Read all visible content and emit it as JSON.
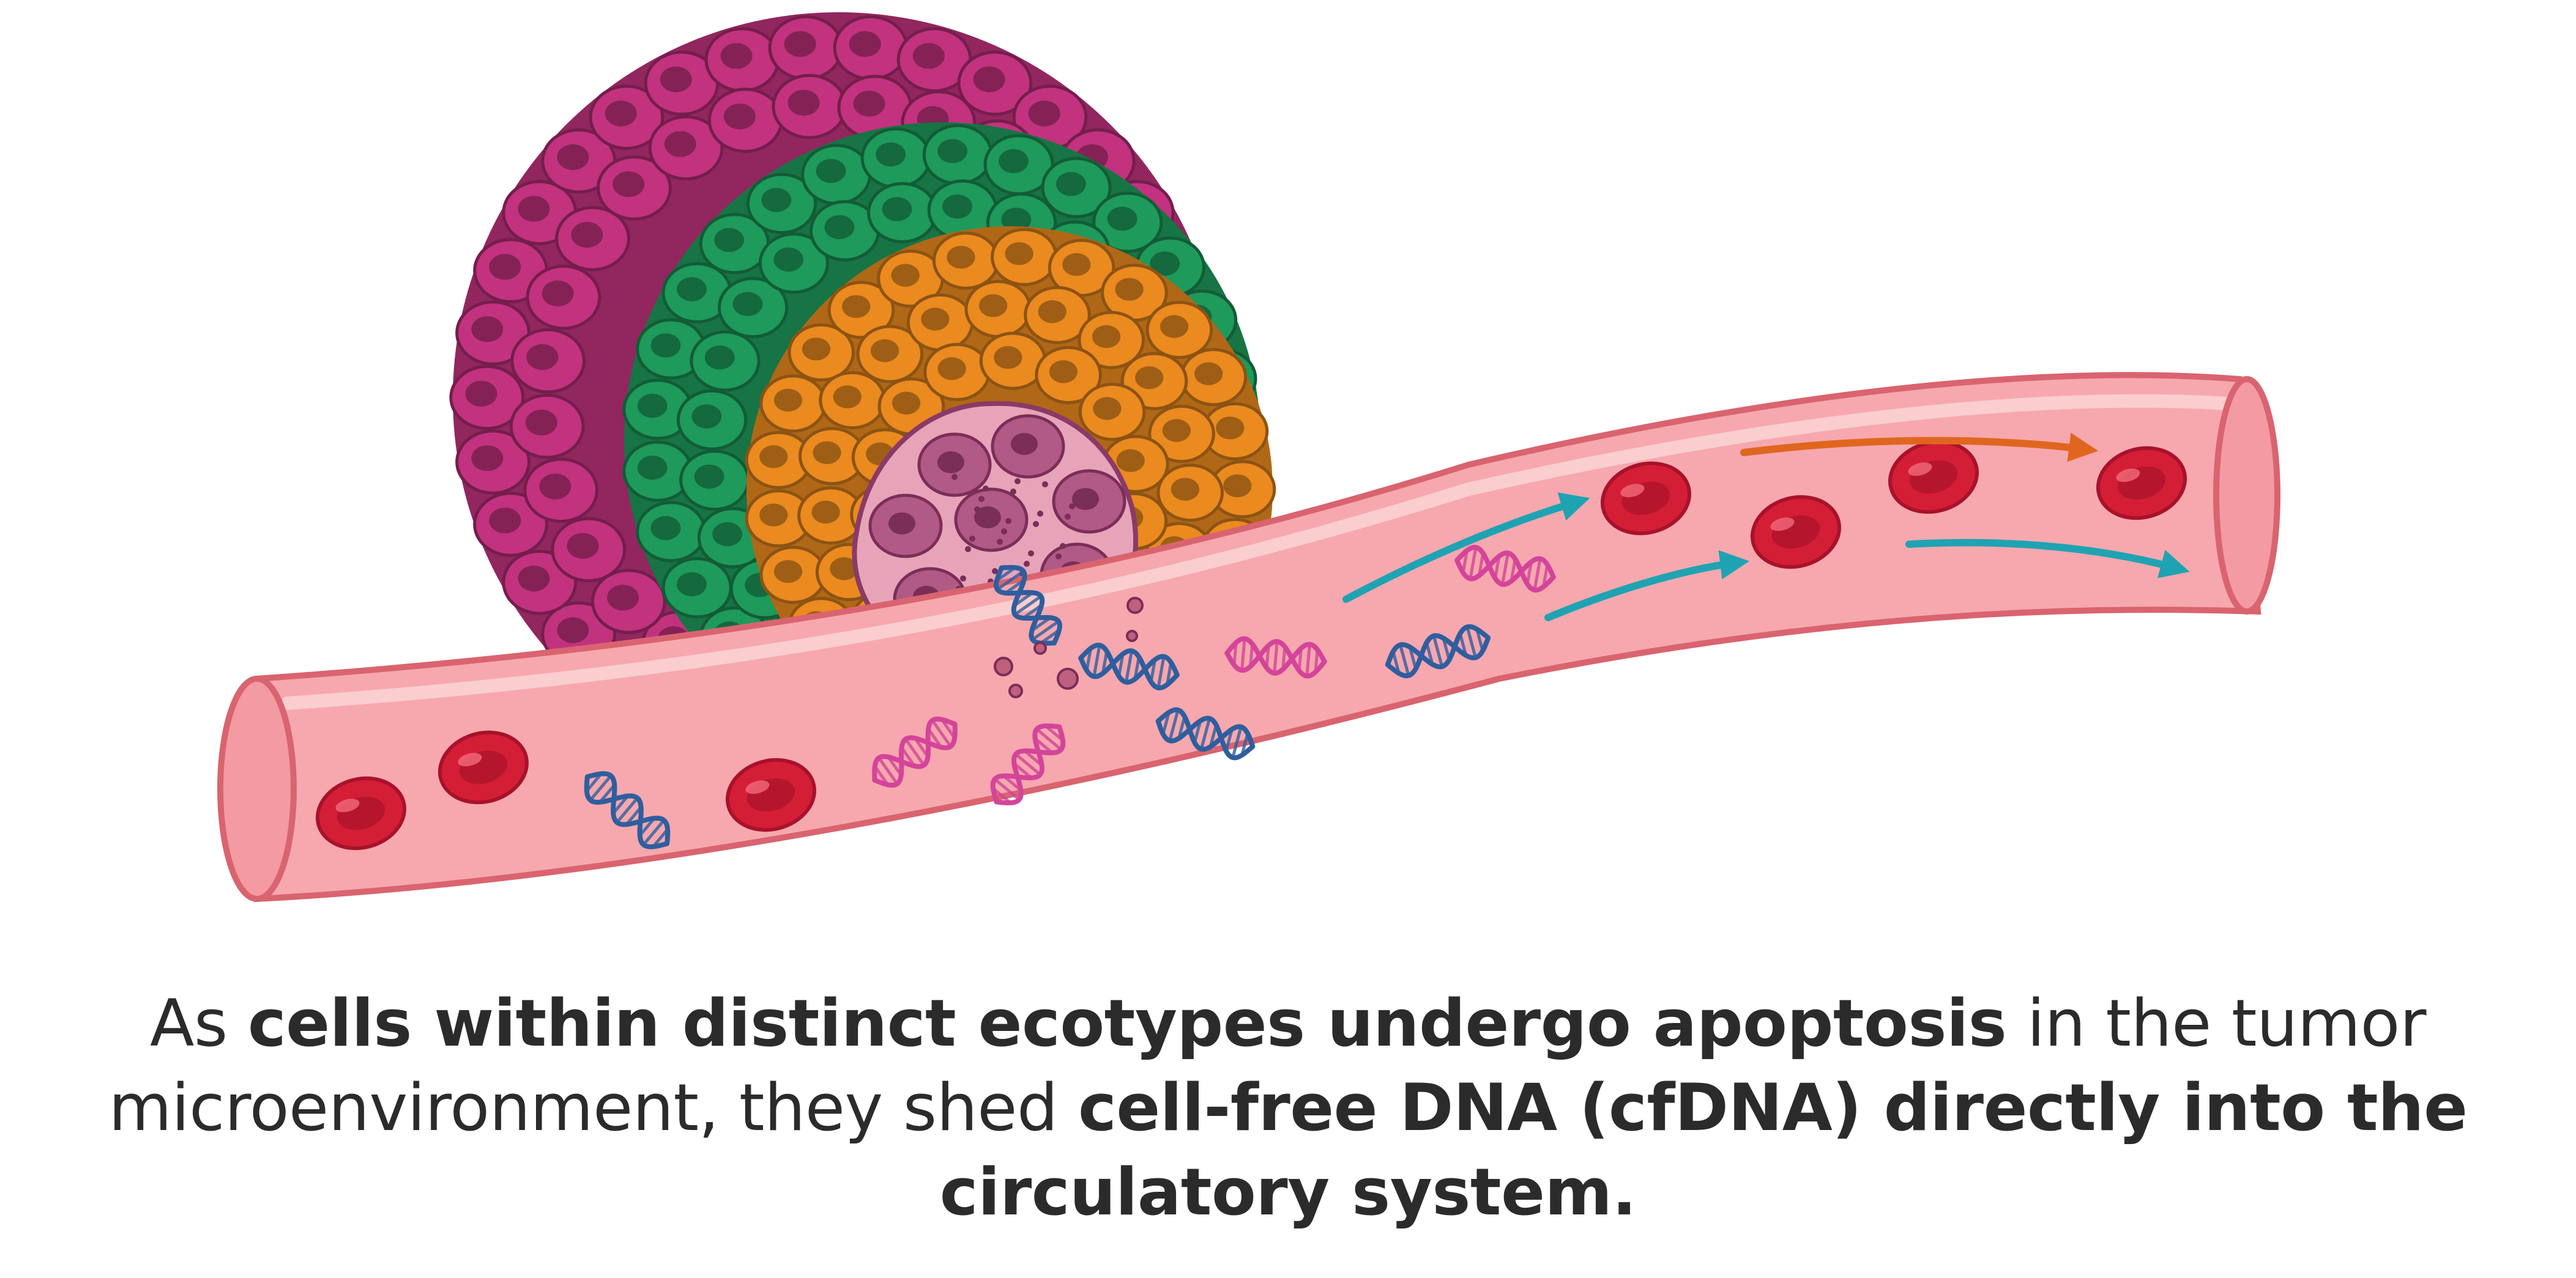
{
  "caption": {
    "parts": [
      {
        "text": "As ",
        "bold": false
      },
      {
        "text": "cells within distinct ecotypes undergo apoptosis",
        "bold": true
      },
      {
        "text": " in the tumor microenvironment, they shed ",
        "bold": false
      },
      {
        "text": "cell-free DNA (cfDNA) directly into the circulatory system.",
        "bold": true
      }
    ]
  },
  "colors": {
    "outer_layer": "#c2327f",
    "middle_layer": "#1e9a5b",
    "inner_layer": "#ea8a1f",
    "core_apoptotic": "#b05a85",
    "vessel": "#f5a4aa",
    "vessel_edge": "#d9646f",
    "red_blood_cell": "#d41e36",
    "dna_blue": "#2f5e9e",
    "dna_pink": "#d4449a",
    "flow_arrow_teal": "#1fa3b3",
    "flow_arrow_orange": "#e0661f"
  },
  "icons": {
    "dna": "dna-helix-icon",
    "rbc": "red-blood-cell-icon",
    "flow": "flow-arrow-icon"
  }
}
